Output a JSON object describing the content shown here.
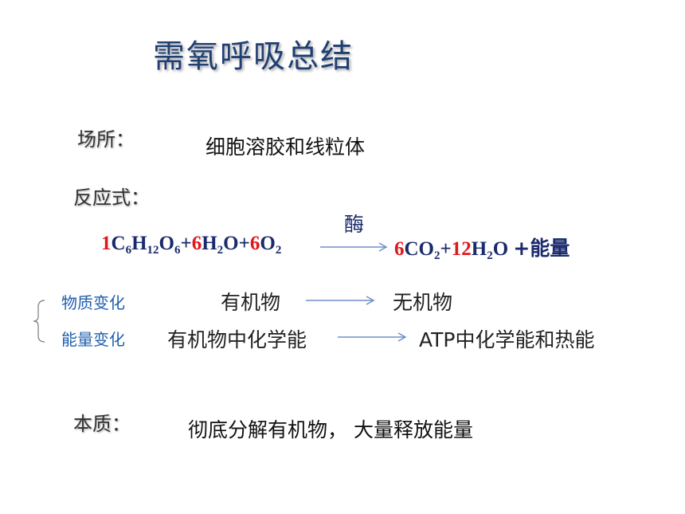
{
  "title": "需氧呼吸总结",
  "place": {
    "label": "场所：",
    "value": "细胞溶胶和线粒体"
  },
  "reaction": {
    "label": "反应式：",
    "enzyme": "酶",
    "coef_glucose": "1",
    "glucose_c": "C",
    "glucose_c_n": "6",
    "glucose_h": "H",
    "glucose_h_n": "12",
    "glucose_o": "O",
    "glucose_o_n": "6",
    "plus1": "+",
    "coef_water_in": "6",
    "water_h": "H",
    "water_h_n": "2",
    "water_o": "O",
    "plus2": "+",
    "coef_oxygen": "6",
    "oxygen_o": "O",
    "oxygen_o_n": "2",
    "coef_co2": "6",
    "co2_co": "CO",
    "co2_o_n": "2",
    "plus3": "+",
    "coef_water_out": "12",
    "water_out_h": "H",
    "water_out_h_n": "2",
    "water_out_o": "O",
    "energy": "+能量"
  },
  "matter_change": {
    "label": "物质变化",
    "from": "有机物",
    "to": "无机物"
  },
  "energy_change": {
    "label": "能量变化",
    "from": "有机物中化学能",
    "to": "ATP中化学能和热能"
  },
  "essence": {
    "label": "本质：",
    "value": "彻底分解有机物， 大量释放能量"
  },
  "colors": {
    "title": "#1f3f73",
    "coefficient": "#e0171b",
    "formula": "#1a2a6c",
    "change_label": "#1f5fae",
    "arrow": "#6f8fc8"
  }
}
